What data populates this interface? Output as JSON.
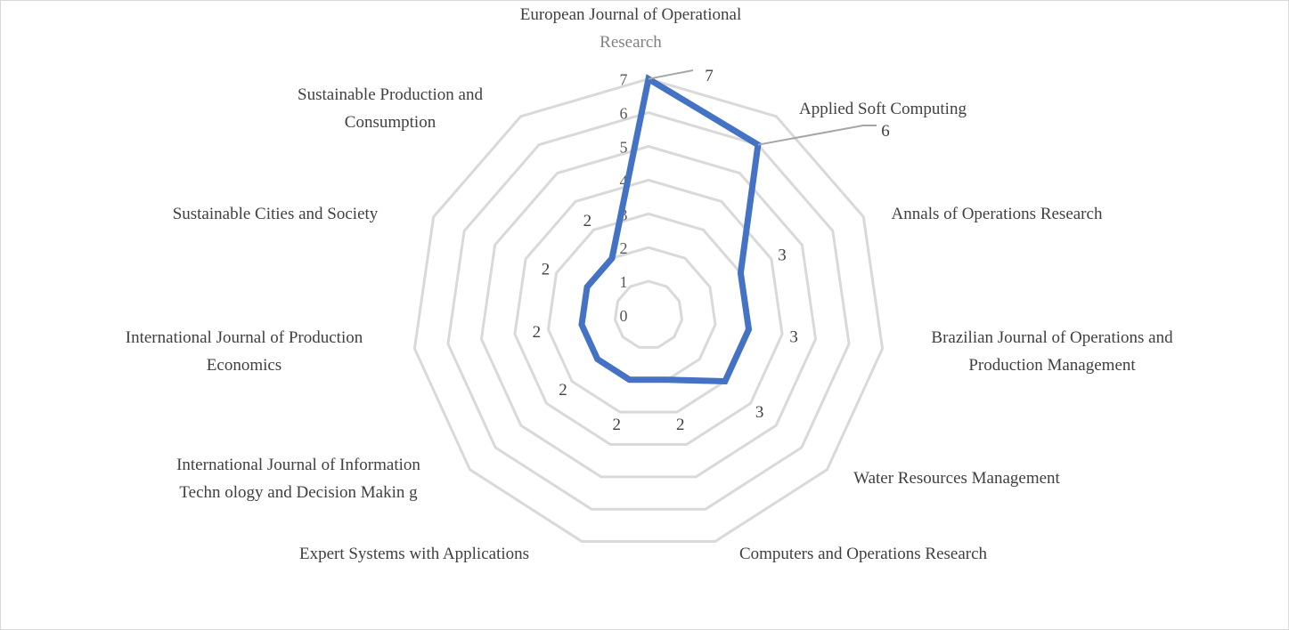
{
  "chart_data": {
    "type": "radar",
    "title": "",
    "categories": [
      "European Journal of Operational Research",
      "Applied Soft Computing",
      "Annals of Operations Research",
      "Brazilian Journal of Operations and Production Management",
      "Water Resources Management",
      "Computers and Operations Research",
      "Expert Systems with Applications",
      "International Journal of Information Technology and Decision Making",
      "International Journal of Production Economics",
      "Sustainable Cities and Society",
      "Sustainable Production and Consumption"
    ],
    "category_lines": [
      [
        "European Journal of Operational",
        "Research"
      ],
      [
        "Applied  Soft Computing"
      ],
      [
        "Annals of Operations Research"
      ],
      [
        "Brazilian Journal of Operations and",
        "Production Management"
      ],
      [
        "Water Resources Management"
      ],
      [
        "Computers and Operations Research"
      ],
      [
        "Expert Systems with Applications"
      ],
      [
        "International Journal of Information",
        "Techn ology and  Decision  Makin g"
      ],
      [
        "International Journal of Production",
        "Economics"
      ],
      [
        "Sustainable Cities and Society"
      ],
      [
        "Sustainable Production and",
        "Consumption"
      ]
    ],
    "values": [
      7,
      6,
      3,
      3,
      3,
      2,
      2,
      2,
      2,
      2,
      2
    ],
    "axis_range": [
      0,
      7
    ],
    "axis_ticks": [
      "0",
      "1",
      "2",
      "3",
      "4",
      "5",
      "6",
      "7"
    ],
    "grid": true,
    "legend": "none",
    "colors": {
      "series": "#4472C4",
      "grid": "#d9d9d9",
      "leader": "#a6a6a6"
    }
  }
}
